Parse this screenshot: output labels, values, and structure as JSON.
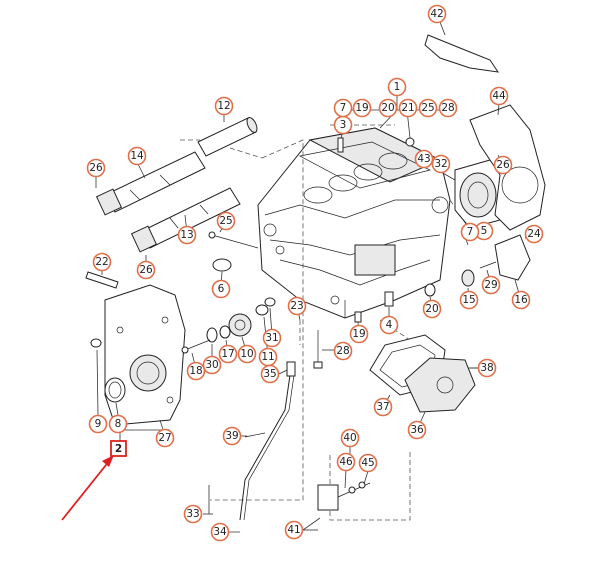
{
  "diagram": {
    "callouts": [
      "1",
      "2",
      "3",
      "4",
      "5",
      "6",
      "7",
      "8",
      "9",
      "10",
      "11",
      "12",
      "13",
      "14",
      "15",
      "16",
      "17",
      "18",
      "19",
      "20",
      "21",
      "22",
      "23",
      "24",
      "25",
      "26",
      "27",
      "28",
      "29",
      "30",
      "31",
      "32",
      "33",
      "34",
      "35",
      "36",
      "37",
      "38",
      "39",
      "40",
      "41",
      "42",
      "43",
      "44",
      "45",
      "46"
    ],
    "highlight_label": "2",
    "colors": {
      "callout_ring": "#e0704a",
      "highlight_box": "#d9241c",
      "arrow": "#e02020",
      "line_art": "#222222"
    }
  }
}
